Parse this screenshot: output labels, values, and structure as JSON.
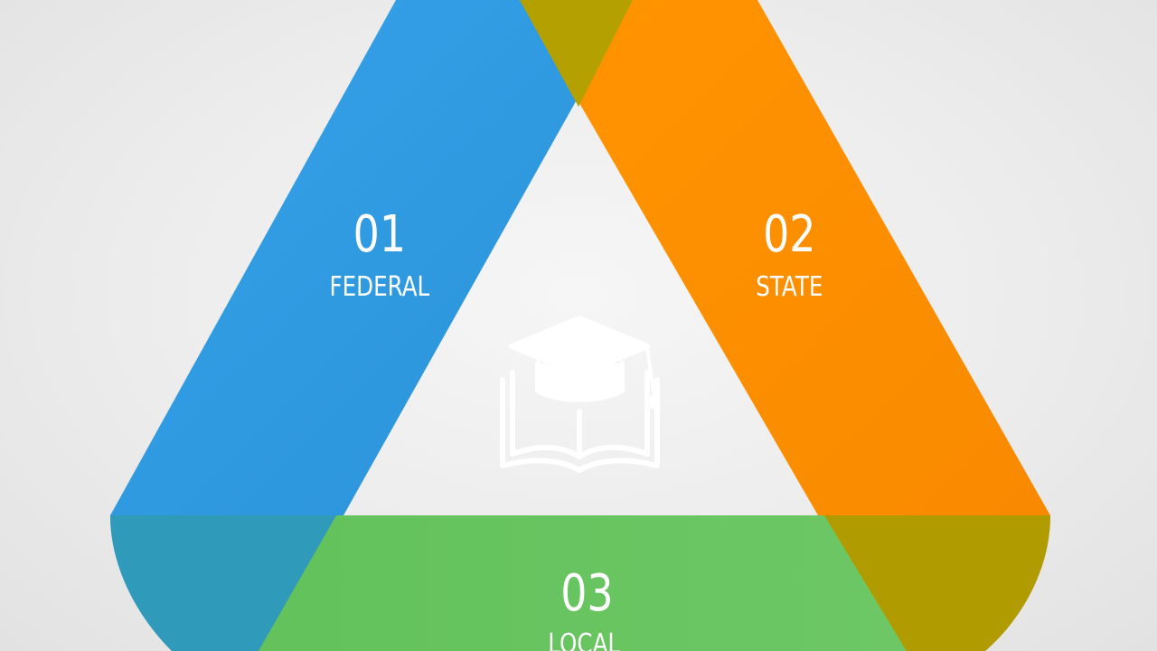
{
  "segments": [
    {
      "number": "01",
      "label": "FEDERAL",
      "color": "#2e9be3"
    },
    {
      "number": "02",
      "label": "STATE",
      "color": "#ff8f00"
    },
    {
      "number": "03",
      "label": "LOCAL",
      "color": "#66c35f"
    }
  ],
  "overlap_color": "#b0a000",
  "center_icon": "graduation-cap-book-icon"
}
